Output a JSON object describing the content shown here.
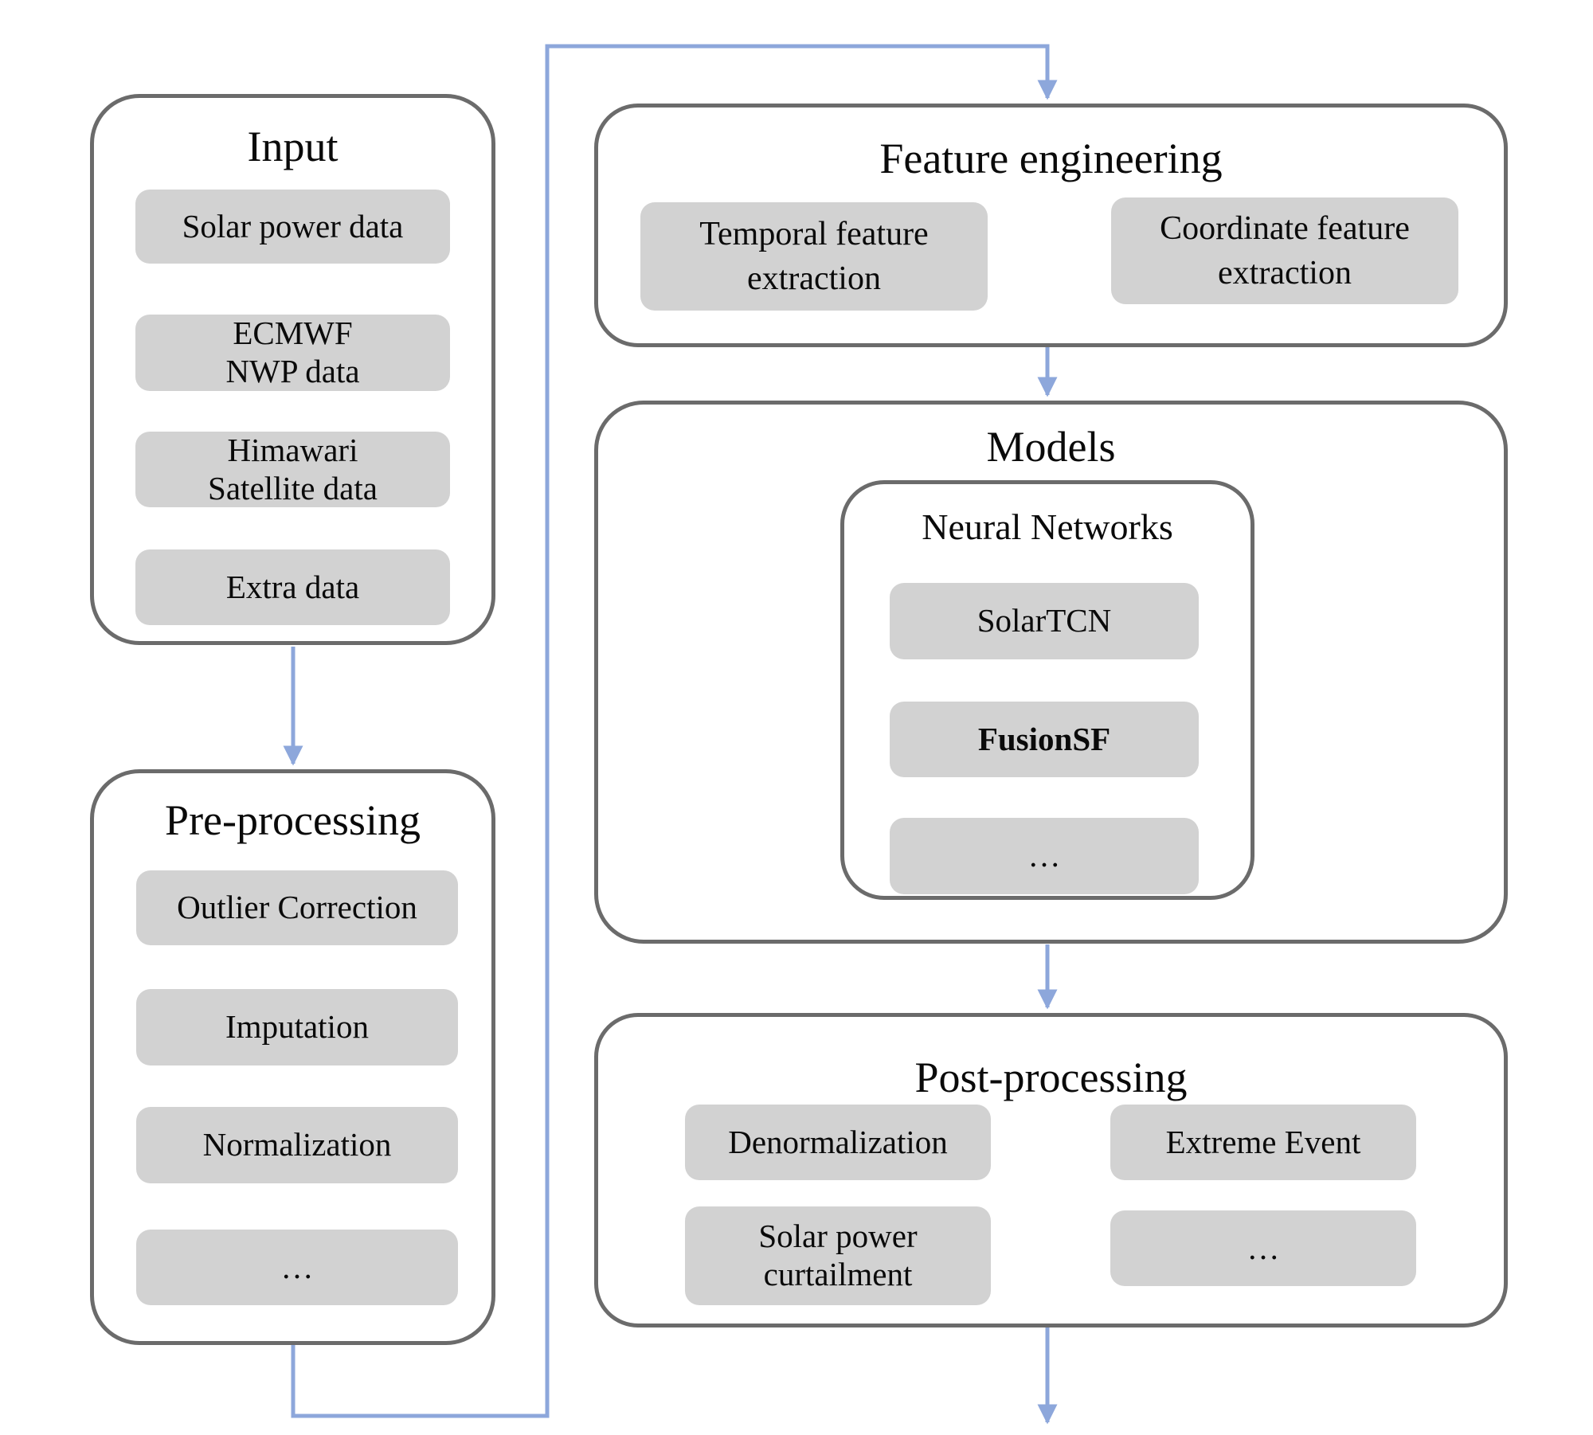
{
  "palette": {
    "bg": "#ffffff",
    "border": "#6b6b6b",
    "chip": "#d2d2d2",
    "arrow": "#8da7db",
    "text": "#0a0a0a"
  },
  "input": {
    "title": "Input",
    "items": [
      {
        "lines": [
          "Solar power data"
        ]
      },
      {
        "lines": [
          "ECMWF",
          "NWP data"
        ]
      },
      {
        "lines": [
          "Himawari",
          "Satellite data"
        ]
      },
      {
        "lines": [
          "Extra data"
        ]
      }
    ]
  },
  "preprocessing": {
    "title": "Pre-processing",
    "items": [
      {
        "lines": [
          "Outlier Correction"
        ]
      },
      {
        "lines": [
          "Imputation"
        ]
      },
      {
        "lines": [
          "Normalization"
        ]
      },
      {
        "lines": [
          "…"
        ]
      }
    ]
  },
  "feature_engineering": {
    "title": "Feature engineering",
    "items": [
      {
        "lines": [
          "Temporal feature",
          "extraction"
        ]
      },
      {
        "lines": [
          "Coordinate feature",
          "extraction"
        ]
      }
    ]
  },
  "models": {
    "title": "Models",
    "neural_networks": {
      "title": "Neural Networks",
      "items": [
        {
          "lines": [
            "SolarTCN"
          ],
          "emphasis": "normal"
        },
        {
          "lines": [
            "FusionSF"
          ],
          "emphasis": "bold"
        },
        {
          "lines": [
            "…"
          ],
          "emphasis": "normal"
        }
      ]
    }
  },
  "postprocessing": {
    "title": "Post-processing",
    "items": [
      {
        "lines": [
          "Denormalization"
        ]
      },
      {
        "lines": [
          "Extreme Event"
        ]
      },
      {
        "lines": [
          "Solar power",
          "curtailment"
        ]
      },
      {
        "lines": [
          "…"
        ]
      }
    ]
  }
}
